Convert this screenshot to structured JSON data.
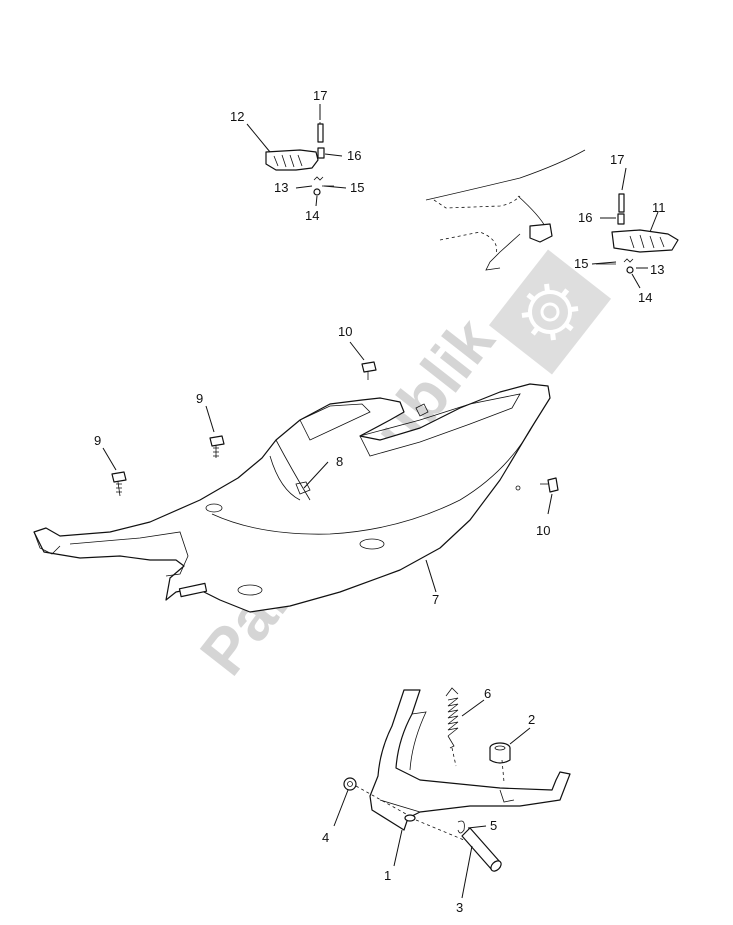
{
  "watermark": {
    "text": "PartsRepublik",
    "icon": "gear-icon"
  },
  "labels": {
    "n1": "1",
    "n2": "2",
    "n3": "3",
    "n4": "4",
    "n5": "5",
    "n6": "6",
    "n7": "7",
    "n8": "8",
    "n9a": "9",
    "n9b": "9",
    "n10a": "10",
    "n10b": "10",
    "n11": "11",
    "n12": "12",
    "n13a": "13",
    "n13b": "13",
    "n14a": "14",
    "n14b": "14",
    "n15a": "15",
    "n15b": "15",
    "n16a": "16",
    "n16b": "16",
    "n17a": "17",
    "n17b": "17"
  }
}
